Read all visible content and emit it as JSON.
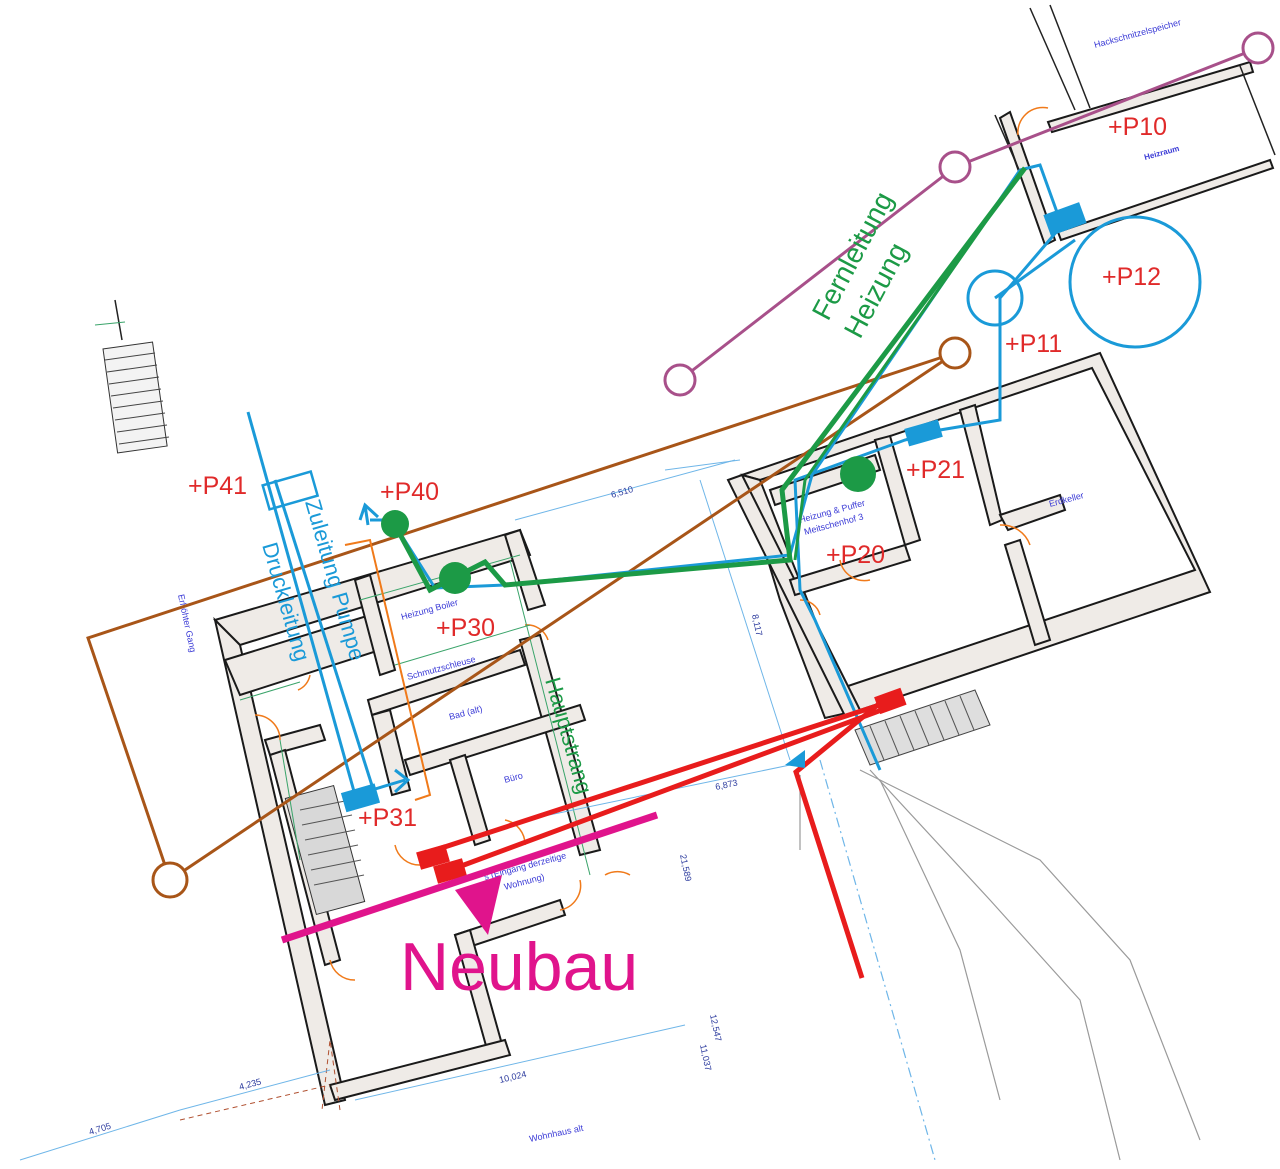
{
  "labels": {
    "p10": "+P10",
    "p11": "+P11",
    "p12": "+P12",
    "p20": "+P20",
    "p21": "+P21",
    "p30": "+P30",
    "p31": "+P31",
    "p40": "+P40",
    "p41": "+P41"
  },
  "line_labels": {
    "fernleitung": "Fernleitung",
    "heizung": "Heizung",
    "zuleitung": "Zuleitung Pumpe",
    "druckleitung": "Druckleitung",
    "hauptstrang": "Hauptstrang",
    "neubau": "Neubau"
  },
  "rooms": {
    "hackschnitzel": "Hackschnitzelspeicher",
    "heizraum": "Heizraum",
    "erdkeller": "Erdkeller",
    "heizung_puffer": "Heizung & Puffer",
    "meitschenhof": "Meitschenhof 3",
    "heizung_boiler": "Heizung Boiler",
    "schmutzschleuse": "Schmutzschleuse",
    "bad_alt": "Bad (alt)",
    "buero": "Büro",
    "eingang": "s (Eingang derzeitige",
    "wohnung": "Wohnung)",
    "erhoehter_gang": "Erhöhter Gang",
    "wohnhaus_alt": "Wohnhaus alt"
  },
  "dimensions": {
    "d6510": "6,510",
    "d8117": "8,117",
    "d6873": "6,873",
    "d21589": "21,589",
    "d12547": "12,547",
    "d11037": "11,037",
    "d10024": "10,024",
    "d4235": "4,235",
    "d4705": "4,705"
  },
  "colors": {
    "water": "#1a9ad8",
    "heating": "#1c9a46",
    "main": "#e81c1c",
    "district": "#a8508a",
    "ground": "#a85518",
    "neubau": "#e0148c"
  }
}
